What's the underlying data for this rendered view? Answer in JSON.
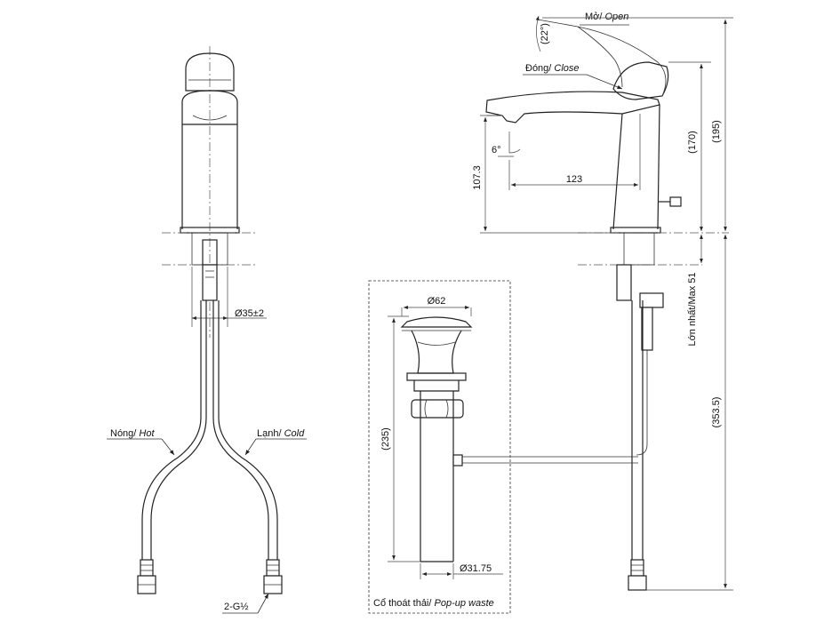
{
  "labels": {
    "dia_35": "Ø35±2",
    "hot_vi": "Nóng/ ",
    "hot_en": "Hot",
    "cold_vi": "Lạnh/ ",
    "cold_en": "Cold",
    "thread": "2-G½",
    "open_vi": "Mở/ ",
    "open_en": "Open",
    "close_vi": "Đóng/ ",
    "close_en": "Close",
    "angle_22": "(22°)",
    "angle_6": "6°",
    "h_107": "107.3",
    "l_123": "123",
    "h_170": "(170)",
    "h_195": "(195)",
    "max51": "Lớn nhất/Max 51",
    "h_353": "(353.5)",
    "dia_62": "Ø62",
    "h_235": "(235)",
    "dia_3175": "Ø31.75",
    "waste_vi": "Cổ thoát thải/ ",
    "waste_en": "Pop-up waste"
  }
}
